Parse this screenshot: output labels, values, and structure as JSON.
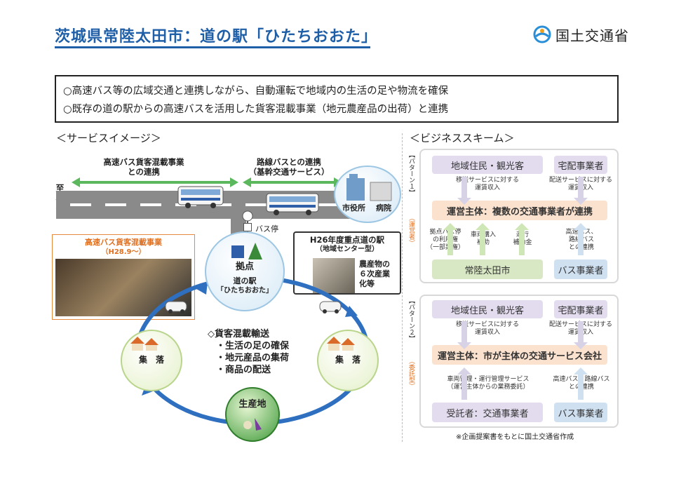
{
  "header": {
    "title": "茨城県常陸太田市：道の駅「ひたちおおた」",
    "ministry": "国土交通省"
  },
  "summary": {
    "line1": "○高速バス等の広域交通と連携しながら、自動運転で地域内の生活の足や物流を確保",
    "line2": "○既存の道の駅からの高速バスを活用した貨客混載事業（地元農産品の出荷）と連携"
  },
  "service": {
    "heading": "＜サービスイメージ＞",
    "arrow1": "高速バス貨客混載事業\nとの連携",
    "arrow2": "路線バスとの連携\n（基幹交通サービス）",
    "to_tokyo": "至東京",
    "city_hall": "市役所",
    "hospital": "病院",
    "bus_stop": "バス停",
    "photo_caption_title": "高速バス貨客混載事業",
    "photo_caption_date": "（H28.9～）",
    "station_title": "H26年度重点道の駅",
    "station_sub": "（地域センター型）",
    "station_text": "農産物の\n６次産業\n化等",
    "hub_top": "拠点",
    "hub_name1": "道の駅",
    "hub_name2": "「ひたちおおた」",
    "village_left": "集　落",
    "village_right": "集　落",
    "production": "生産地",
    "mixed_title": "◇貨客混載輸送",
    "mixed_items": [
      "・生活の足の確保",
      "・地元産品の集荷",
      "・商品の配送"
    ]
  },
  "business": {
    "heading": "＜ビジネススキーム＞",
    "pattern1": {
      "tag": "【パターン１】",
      "type": "（運営者）",
      "resident": "地域住民・観光客",
      "delivery": "宅配事業者",
      "res_flow": "移送サービスに対する\n運賃収入",
      "del_flow": "配送サービスに対する\n運賃収入",
      "operator": "運営主体：複数の交通事業者が連携",
      "flow1": "拠点バス停\nの利用権\n（一部業権）",
      "flow2": "車両購入\n補助",
      "flow3": "運行\n補助金",
      "flow4": "高速バス、\n路線バス\nとの連携",
      "city": "常陸太田市",
      "bus": "バス事業者"
    },
    "pattern2": {
      "tag": "【パターン２】",
      "type": "（委託型）",
      "resident": "地域住民・観光客",
      "delivery": "宅配事業者",
      "res_flow": "移送サービスに対する\n運賃収入",
      "del_flow": "配送サービスに対する\n運賃収入",
      "operator": "運営主体：市が主体の交通サービス会社",
      "flow1": "車両管理・運行管理サービス\n（運営主体からの業務委託）",
      "flow2": "高速バス、路線バス\nとの連携",
      "contractor": "受託者：交通事業者",
      "bus": "バス事業者"
    },
    "source": "※企画提案書をもとに国土交通省作成"
  },
  "colors": {
    "title_blue": "#1f5fa8",
    "arrow_green": "#5cb85c",
    "loop_blue": "#2f6fc0",
    "scheme_orange": "#f3a06b",
    "scheme_purple": "#b7a7d6"
  }
}
